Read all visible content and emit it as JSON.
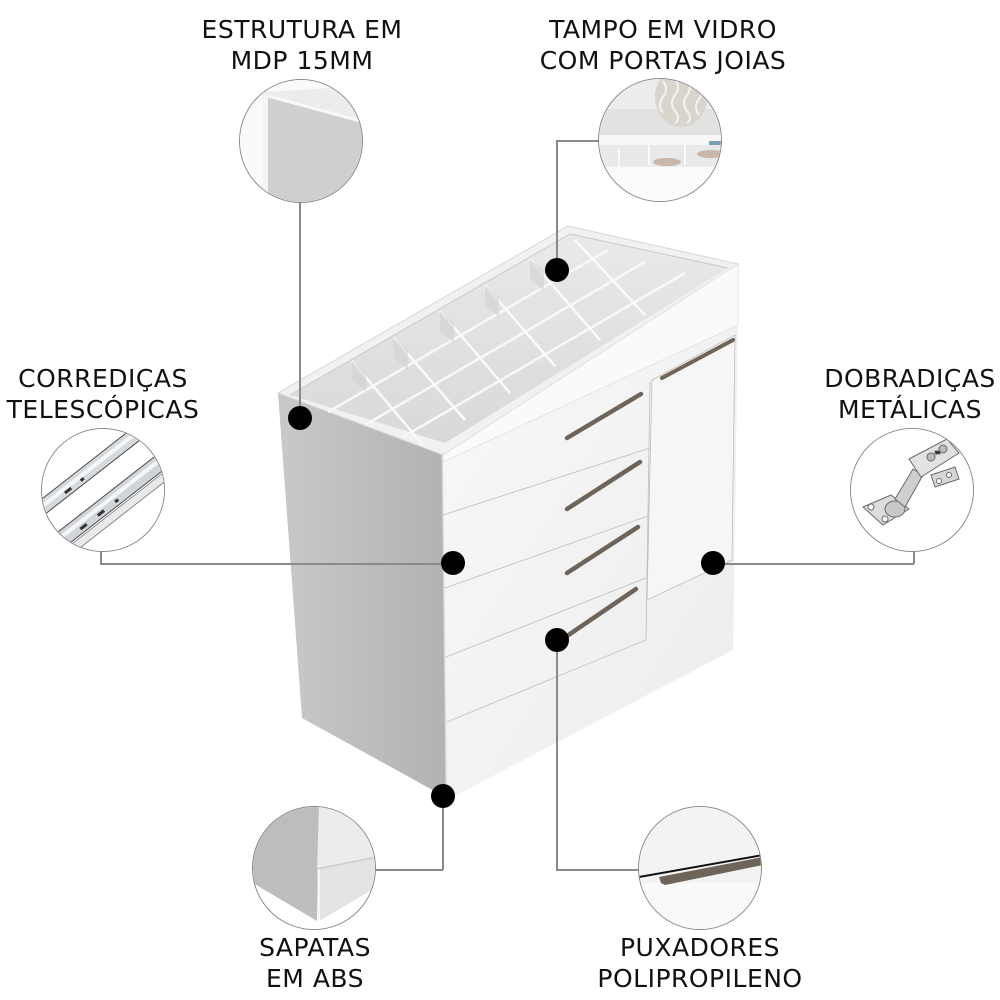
{
  "features": [
    {
      "id": "structure",
      "line1": "ESTRUTURA EM",
      "line2": "MDP 15MM",
      "thumb": "mdp-panel-corner"
    },
    {
      "id": "top",
      "line1": "TAMPO EM VIDRO",
      "line2": "COM PORTAS JOIAS",
      "thumb": "glass-top-jewelry-compartments"
    },
    {
      "id": "slides",
      "line1": "CORREDIÇAS",
      "line2": "TELESCÓPICAS",
      "thumb": "telescopic-drawer-slides"
    },
    {
      "id": "hinges",
      "line1": "DOBRADIÇAS",
      "line2": "METÁLICAS",
      "thumb": "metal-hinge"
    },
    {
      "id": "feet",
      "line1": "SAPATAS",
      "line2": "EM ABS",
      "thumb": "abs-foot-corner"
    },
    {
      "id": "handles",
      "line1": "PUXADORES",
      "line2": "POLIPROPILENO",
      "thumb": "polypropylene-handle"
    }
  ],
  "product": {
    "name": "white-chest-of-drawers-with-glass-jewelry-top",
    "drawers": 4,
    "doors": 1,
    "compartments_visible": 24
  },
  "colors": {
    "background": "#ffffff",
    "body_white": "#f4f4f4",
    "side_gray": "#b4b4b4",
    "handle_bronze": "#6e6459",
    "callout_dot": "#000000",
    "callout_line": "#8a8a8a",
    "text": "#111111"
  }
}
